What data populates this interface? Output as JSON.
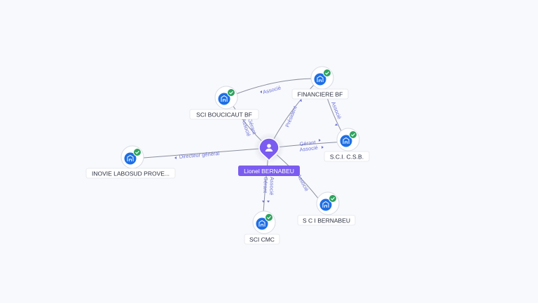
{
  "graph": {
    "center": {
      "id": "lionel",
      "label": "Lionel BERNABEU",
      "color": "#7b5cf0"
    },
    "companies": [
      {
        "id": "fin",
        "label": "FINANCIERE BF",
        "verified": true
      },
      {
        "id": "bouc",
        "label": "SCI BOUCICAUT BF",
        "verified": true
      },
      {
        "id": "csb",
        "label": "S.C.I. C.S.B.",
        "verified": true
      },
      {
        "id": "inovie",
        "label": "INOVIE LABOSUD PROVE...",
        "verified": true
      },
      {
        "id": "bern",
        "label": "S C I BERNABEU",
        "verified": true
      },
      {
        "id": "cmc",
        "label": "SCI CMC",
        "verified": true
      }
    ],
    "links": [
      {
        "from": "lionel",
        "to": "fin",
        "labels": [
          "Président"
        ]
      },
      {
        "from": "lionel",
        "to": "bouc",
        "labels": [
          "Gérant",
          "Associé"
        ]
      },
      {
        "from": "lionel",
        "to": "csb",
        "labels": [
          "Gérant",
          "Associé"
        ]
      },
      {
        "from": "lionel",
        "to": "inovie",
        "labels": [
          "Directeur général"
        ]
      },
      {
        "from": "lionel",
        "to": "bern",
        "labels": [
          "Associé"
        ]
      },
      {
        "from": "lionel",
        "to": "cmc",
        "labels": [
          "Gérant",
          "Associé"
        ]
      },
      {
        "from": "fin",
        "to": "bouc",
        "labels": [
          "Associé"
        ]
      },
      {
        "from": "fin",
        "to": "csb",
        "labels": [
          "Associé"
        ]
      }
    ],
    "colors": {
      "company_icon": "#1e6fe6",
      "check_badge": "#2ea35f",
      "edge": "#8a8fa0",
      "edge_label": "#6f74d8"
    }
  }
}
